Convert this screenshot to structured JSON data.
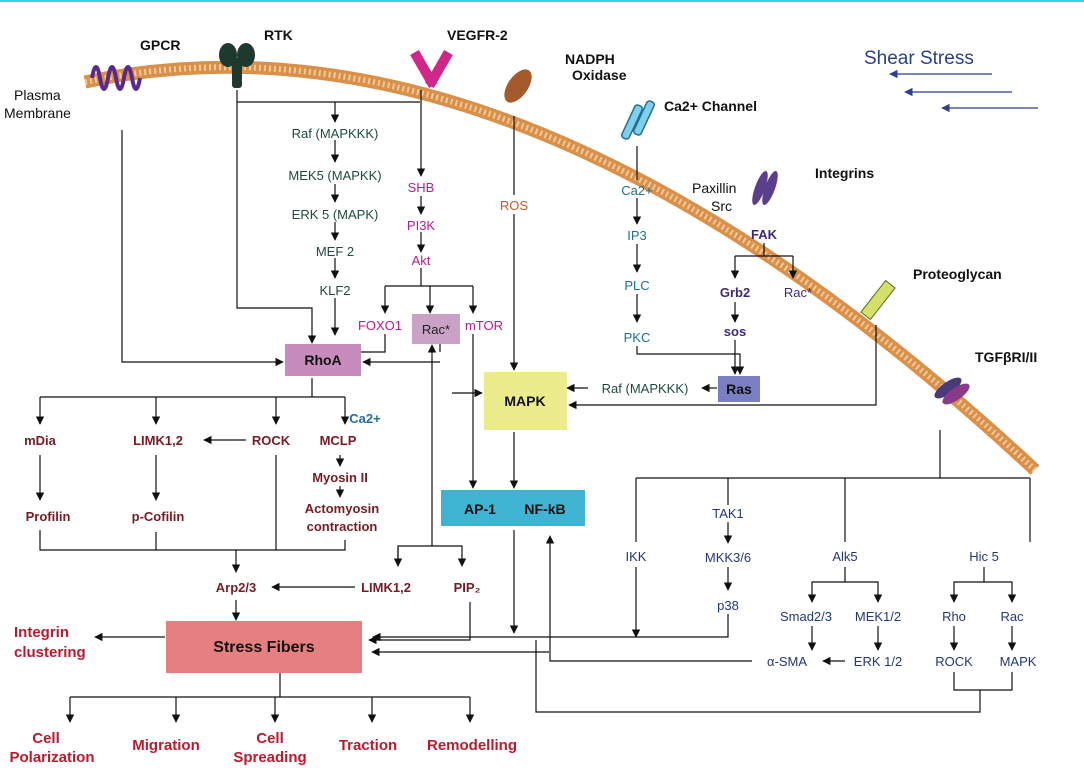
{
  "receptors": {
    "gpcr": "GPCR",
    "rtk": "RTK",
    "vegfr2": "VEGFR-2",
    "nadph_1": "NADPH",
    "nadph_2": "Oxidase",
    "ca_channel": "Ca2+ Channel",
    "integrins": "Integrins",
    "paxillin": "Paxillin",
    "src": "Src",
    "proteoglycan": "Proteoglycan",
    "tgfb": "TGFβRI/II",
    "plasma_1": "Plasma",
    "plasma_2": "Membrane",
    "shear_stress": "Shear Stress"
  },
  "rtk_path": {
    "raf": "Raf (MAPKKK)",
    "mek5": "MEK5 (MAPKK)",
    "erk5": "ERK 5 (MAPK)",
    "mef2": "MEF 2",
    "klf2": "KLF2"
  },
  "vegfr_path": {
    "shb": "SHB",
    "pi3k": "PI3K",
    "akt": "Akt",
    "foxo1": "FOXO1",
    "rac": "Rac*",
    "mtor": "mTOR"
  },
  "ros": "ROS",
  "ca_path": {
    "ca": "Ca2+",
    "ip3": "IP3",
    "plc": "PLC",
    "pkc": "PKC"
  },
  "fak_path": {
    "fak": "FAK",
    "grb2": "Grb2",
    "rac": "Rac*",
    "sos": "sos",
    "ras": "Ras",
    "raf": "Raf (MAPKKK)"
  },
  "boxes": {
    "rhoa": "RhoA",
    "mapk": "MAPK",
    "ap1": "AP-1",
    "nfkb": "NF-kB",
    "stress": "Stress Fibers"
  },
  "rhoa_path": {
    "mdia": "mDia",
    "limk": "LIMK1,2",
    "rock": "ROCK",
    "mclp": "MCLP",
    "ca2": "Ca2+",
    "myosin": "Myosin II",
    "profilin": "Profilin",
    "pcofilin": "p-Cofilin",
    "acto_1": "Actomyosin",
    "acto_2": "contraction",
    "arp": "Arp2/3",
    "limk2": "LIMK1,2",
    "pip": "PIP₂"
  },
  "tgf_path": {
    "ikk": "IKK",
    "tak1": "TAK1",
    "mkk": "MKK3/6",
    "p38": "p38",
    "alk5": "Alk5",
    "hic5": "Hic 5",
    "smad": "Smad2/3",
    "mek": "MEK1/2",
    "rho": "Rho",
    "rac": "Rac",
    "asma": "α-SMA",
    "erk12": "ERK 1/2",
    "rock": "ROCK",
    "mapk": "MAPK"
  },
  "outcomes": {
    "integrin_1": "Integrin",
    "integrin_2": "clustering",
    "polar_1": "Cell",
    "polar_2": "Polarization",
    "migration": "Migration",
    "spread_1": "Cell",
    "spread_2": "Spreading",
    "traction": "Traction",
    "remodel": "Remodelling"
  },
  "colors": {
    "rhoa_box": "#c78bbe",
    "mapk_box": "#ecec8c",
    "ap1_box": "#3fb3d2",
    "stress_box": "#e67f7f",
    "ras_box": "#7a7fc4",
    "rac_box": "#c9a2c5",
    "membrane": "#d9914a"
  }
}
